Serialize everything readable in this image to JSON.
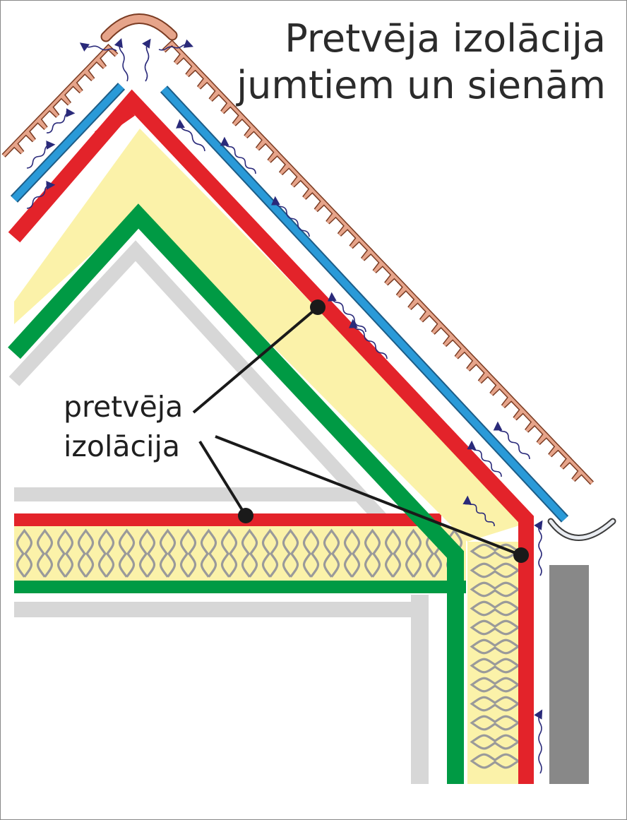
{
  "title": {
    "line1": "Pretvēja izolācija",
    "line2": "jumtiem un sienām"
  },
  "label": {
    "line1": "pretvēja",
    "line2": "izolācija"
  },
  "colors": {
    "windbarrier": "#e3232a",
    "vapor": "#009a44",
    "insulation_fill": "#fbf2a9",
    "insulation_wave": "#9a9a9a",
    "roof_membrane": "#2a9ad8",
    "tiles": "#e6a48a",
    "interior_board": "#d8d8d8",
    "wall_cladding": "#888888",
    "gutter": "#e9ecf1",
    "air_arrows": "#2a2a7a"
  },
  "icons": [
    "air-flow-arrow-icon",
    "ridge-cap-icon",
    "gutter-icon",
    "callout-dot-icon"
  ]
}
